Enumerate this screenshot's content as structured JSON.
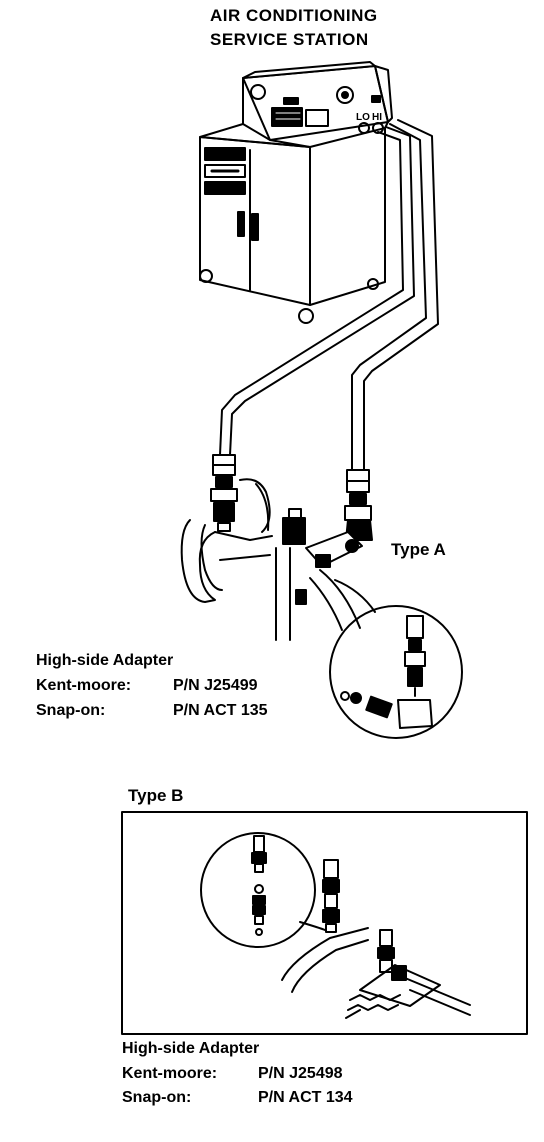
{
  "title": {
    "line1": "AIR CONDITIONING",
    "line2": "SERVICE STATION"
  },
  "station_gauge_labels": {
    "lo": "LO",
    "hi": "HI"
  },
  "type_a": {
    "label": "Type A",
    "adapter_name": "High-side Adapter",
    "kent_moore_label": "Kent-moore:",
    "kent_moore_part": "P/N J25499",
    "snap_on_label": "Snap-on:",
    "snap_on_part": "P/N ACT 135"
  },
  "type_b": {
    "label": "Type B",
    "adapter_name": "High-side Adapter",
    "kent_moore_label": "Kent-moore:",
    "kent_moore_part": "P/N J25498",
    "snap_on_label": "Snap-on:",
    "snap_on_part": "P/N ACT 134"
  }
}
